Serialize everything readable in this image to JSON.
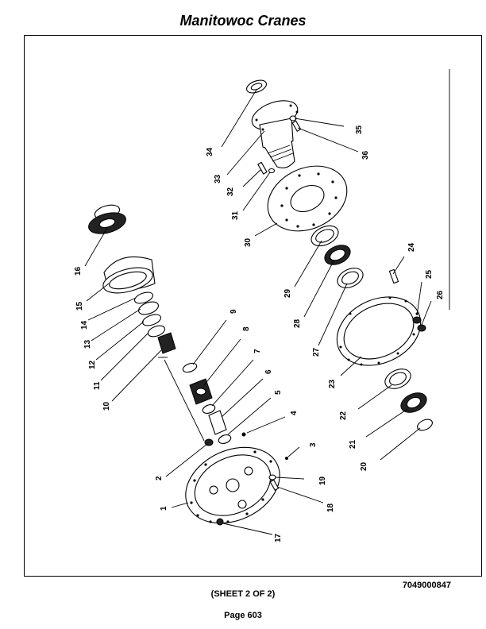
{
  "header": {
    "title": "Manitowoc Cranes"
  },
  "footer": {
    "part_number": "7049000847",
    "sheet": "(SHEET 2 OF 2)",
    "page": "Page 603"
  },
  "diagram": {
    "callouts": [
      "1",
      "2",
      "3",
      "4",
      "5",
      "6",
      "7",
      "8",
      "9",
      "10",
      "11",
      "12",
      "13",
      "14",
      "15",
      "16",
      "17",
      "18",
      "19",
      "20",
      "21",
      "22",
      "23",
      "24",
      "25",
      "26",
      "27",
      "28",
      "29",
      "30",
      "31",
      "32",
      "33",
      "34",
      "35",
      "36"
    ]
  }
}
